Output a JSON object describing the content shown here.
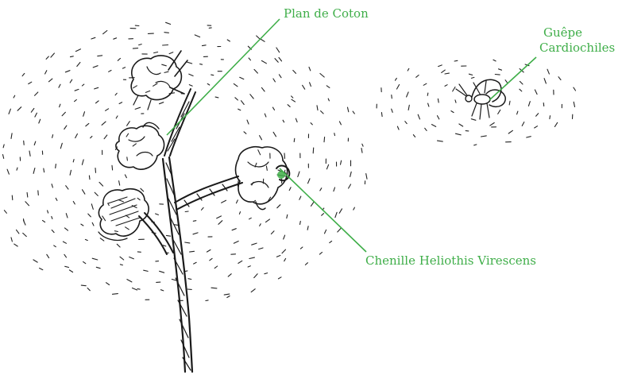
{
  "labels": {
    "plant": "Plan de Coton",
    "wasp_line1": "Guêpe",
    "wasp_line2": "Cardiochiles",
    "caterpillar": "Chenille Heliothis Virescens"
  },
  "colors": {
    "label": "#3fae49",
    "ink": "#1a1a1a",
    "background": "#ffffff"
  }
}
